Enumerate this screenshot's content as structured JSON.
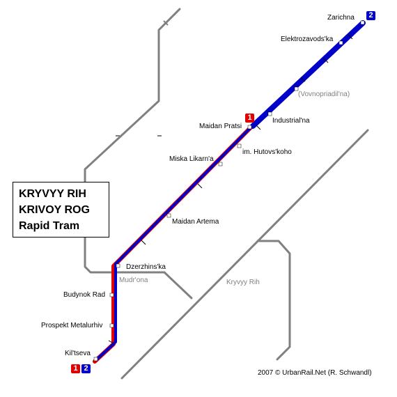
{
  "title": {
    "line1": "KRYVYY RIH",
    "line2": "KRIVOY ROG",
    "line3": "Rapid Tram"
  },
  "stations": {
    "zarichna": "Zarichna",
    "elektrozavodska": "Elektrozavods'ka",
    "vovnopriadilna": "(Vovnopriadil'na)",
    "industrialna": "Industrial'na",
    "maidan_pratsi": "Maidan Pratsi",
    "hutovskoho": "im. Hutovs'koho",
    "miska_likarna": "Miska Likarn'a",
    "maidan_artema": "Maidan Artema",
    "dzerzhinska": "Dzerzhins'ka",
    "mudrona": "Mudr'ona",
    "budynok_rad": "Budynok Rad",
    "prospekt_metalurhiv": "Prospekt Metalurhiv",
    "kiltseva": "Kil'tseva"
  },
  "places": {
    "kryvyy_rih": "Kryvyy Rih"
  },
  "lines": {
    "line1": {
      "label": "1",
      "color": "#e00000"
    },
    "line2": {
      "label": "2",
      "color": "#0000c8"
    }
  },
  "rail_color": "#808080",
  "credit": "2007 © UrbanRail.Net (R. Schwandl)"
}
